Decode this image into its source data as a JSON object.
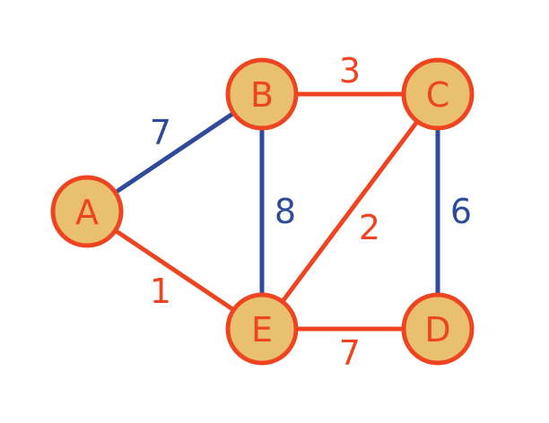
{
  "colors": {
    "highlight": "#2f4a9b",
    "normal": "#ee4422",
    "node_fill": "#e8c070",
    "node_stroke": "#ee4422",
    "label": "#ee4422"
  },
  "nodes": [
    {
      "id": "A",
      "label": "A"
    },
    {
      "id": "B",
      "label": "B"
    },
    {
      "id": "C",
      "label": "C"
    },
    {
      "id": "D",
      "label": "D"
    },
    {
      "id": "E",
      "label": "E"
    }
  ],
  "edges": [
    {
      "id": "AB",
      "from": "A",
      "to": "B",
      "weight": "7",
      "highlighted": true
    },
    {
      "id": "AE",
      "from": "A",
      "to": "E",
      "weight": "1",
      "highlighted": false
    },
    {
      "id": "BC",
      "from": "B",
      "to": "C",
      "weight": "3",
      "highlighted": false
    },
    {
      "id": "BE",
      "from": "B",
      "to": "E",
      "weight": "8",
      "highlighted": true
    },
    {
      "id": "CE",
      "from": "C",
      "to": "E",
      "weight": "2",
      "highlighted": false
    },
    {
      "id": "CD",
      "from": "C",
      "to": "D",
      "weight": "6",
      "highlighted": true
    },
    {
      "id": "ED",
      "from": "E",
      "to": "D",
      "weight": "7",
      "highlighted": false
    }
  ]
}
